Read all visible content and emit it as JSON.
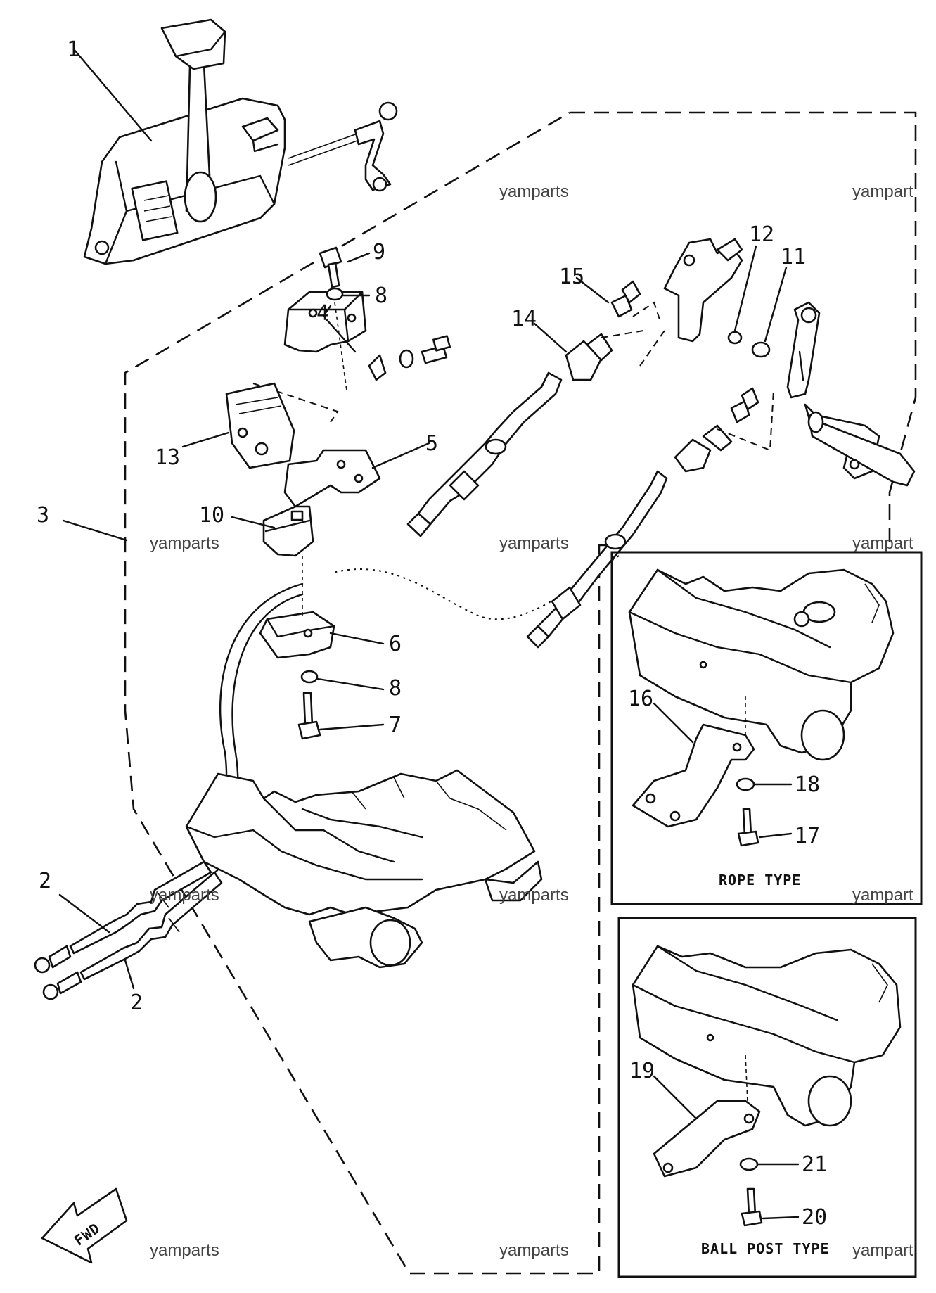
{
  "callouts": [
    {
      "id": "c1",
      "label": "1"
    },
    {
      "id": "c2a",
      "label": "2"
    },
    {
      "id": "c2b",
      "label": "2"
    },
    {
      "id": "c3",
      "label": "3"
    },
    {
      "id": "c4",
      "label": "4"
    },
    {
      "id": "c5",
      "label": "5"
    },
    {
      "id": "c6",
      "label": "6"
    },
    {
      "id": "c7",
      "label": "7"
    },
    {
      "id": "c8a",
      "label": "8"
    },
    {
      "id": "c8b",
      "label": "8"
    },
    {
      "id": "c9",
      "label": "9"
    },
    {
      "id": "c10",
      "label": "10"
    },
    {
      "id": "c11",
      "label": "11"
    },
    {
      "id": "c12",
      "label": "12"
    },
    {
      "id": "c13",
      "label": "13"
    },
    {
      "id": "c14",
      "label": "14"
    },
    {
      "id": "c15",
      "label": "15"
    },
    {
      "id": "c16",
      "label": "16"
    },
    {
      "id": "c17",
      "label": "17"
    },
    {
      "id": "c18",
      "label": "18"
    },
    {
      "id": "c19",
      "label": "19"
    },
    {
      "id": "c20",
      "label": "20"
    },
    {
      "id": "c21",
      "label": "21"
    }
  ],
  "insets": {
    "rope": "ROPE TYPE",
    "ball_post": "BALL POST TYPE"
  },
  "arrow_label": "FWD",
  "watermark": "yamparts",
  "watermark_edge": "yampart"
}
